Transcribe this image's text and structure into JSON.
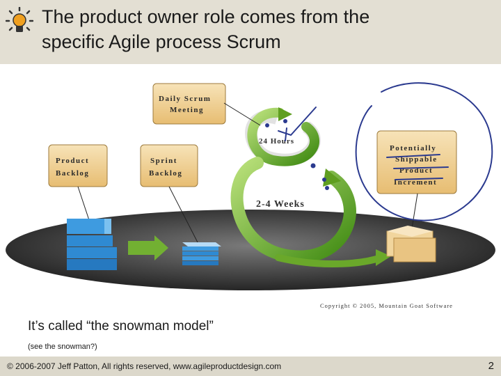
{
  "slide": {
    "title_line1": "The product owner role comes from the",
    "title_line2": "specific Agile process Scrum",
    "caption": "It’s called “the snowman model”",
    "subcaption": "(see the snowman?)"
  },
  "diagram": {
    "daily_scrum_line1": "Daily Scrum",
    "daily_scrum_line2": "Meeting",
    "product_backlog_line1": "Product",
    "product_backlog_line2": "Backlog",
    "sprint_backlog_line1": "Sprint",
    "sprint_backlog_line2": "Backlog",
    "increment_line1": "Potentially",
    "increment_line2": "Shippable",
    "increment_line3": "Product",
    "increment_line4": "Increment",
    "hours_label": "24 Hours",
    "weeks_label": "2-4 Weeks",
    "copyright": "Copyright © 2005, Mountain Goat Software"
  },
  "footer": {
    "text": "© 2006-2007 Jeff Patton, All rights reserved, www.agileproductdesign.com",
    "page_number": "2"
  },
  "colors": {
    "header_bg": "#e3dfd3",
    "footer_bg": "#dcd8cb",
    "box_fill": "#f3d7a3",
    "arrow_green": "#6aa82a",
    "annotation_ink": "#2b3a8f"
  },
  "icons": [
    "lightbulb-icon"
  ]
}
